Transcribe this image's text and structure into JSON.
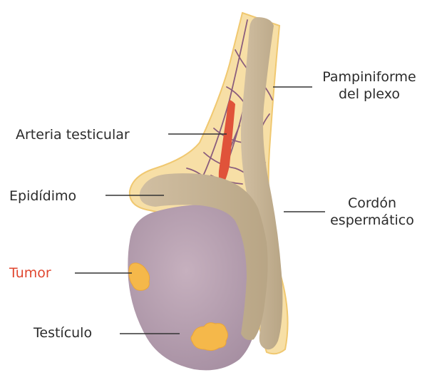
{
  "labels": {
    "pampiniforme": [
      "Pampiniforme",
      "del plexo"
    ],
    "arteria": "Arteria testicular",
    "epididimo": "Epidídimo",
    "cordon": [
      "Cordón",
      "espermático"
    ],
    "tumor": "Tumor",
    "testiculo": "Testículo"
  },
  "colors": {
    "sheath": "#f7dfa6",
    "sheath_edge": "#f0c870",
    "testis": "#c0a8b8",
    "cord": "#c9b69a",
    "artery": "#e0533a",
    "vein": "#8a5d7d",
    "tumor": "#f5b84a",
    "label_text": "#2b2b2b",
    "tumor_label": "#e0462f",
    "leader_line": "#333333"
  }
}
